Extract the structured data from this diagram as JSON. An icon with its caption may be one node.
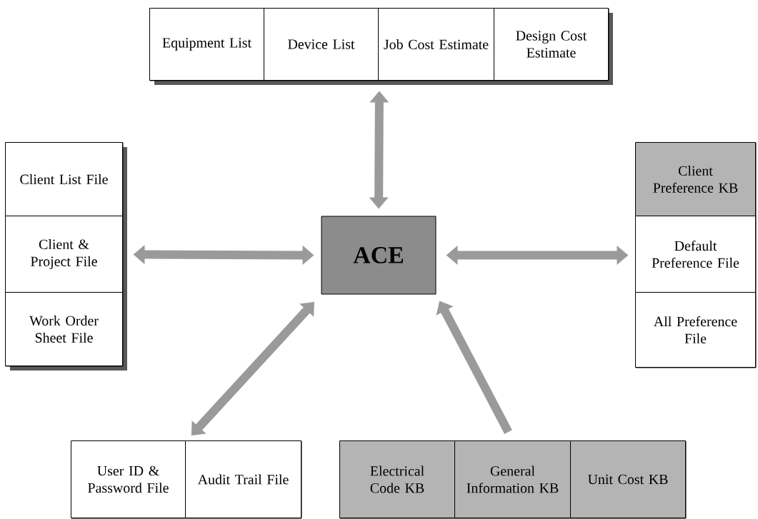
{
  "diagram": {
    "nodes": [
      {
        "text": [],
        "shape": "box"
      },
      {
        "text": [
          "Equipment List"
        ],
        "in": 0
      },
      {
        "text": [
          "Device List"
        ],
        "in": 0
      },
      {
        "text": [
          "Job Cost Estimate"
        ],
        "in": 0
      },
      {
        "text": [
          "Design Cost Estimate"
        ],
        "in": 0
      },
      {
        "text": [],
        "shape": "box"
      },
      {
        "text": [
          "Client List File"
        ],
        "in": 5
      },
      {
        "text": [
          "Client & Project File"
        ],
        "in": 5
      },
      {
        "text": [
          "Work Order Sheet File"
        ],
        "in": 5
      },
      {
        "text": [
          "ACE"
        ]
      },
      {
        "text": [],
        "shape": "box"
      },
      {
        "text": [
          "Client Preference KB"
        ],
        "in": 10
      },
      {
        "text": [
          "Default Preference File"
        ],
        "in": 10
      },
      {
        "text": [
          "All Preference File"
        ],
        "in": 10
      },
      {
        "text": [],
        "shape": "box"
      },
      {
        "text": [
          "User ID & Password File"
        ],
        "in": 14
      },
      {
        "text": [
          "Audit Trail File"
        ],
        "in": 14
      },
      {
        "text": [],
        "shape": "box"
      },
      {
        "text": [
          "Electrical Code KB"
        ],
        "in": 17
      },
      {
        "text": [
          "General Information KB"
        ],
        "in": 17
      },
      {
        "text": [
          "Unit Cost KB"
        ],
        "in": 17
      }
    ],
    "edges": [
      {
        "from": 0,
        "to": 9,
        "arrow": "both"
      },
      {
        "from": 5,
        "to": 9,
        "arrow": "both"
      },
      {
        "from": 9,
        "to": 10,
        "arrow": "both"
      },
      {
        "from": 9,
        "to": 14,
        "arrow": "both"
      },
      {
        "from": 17,
        "to": 9,
        "arrow": "to"
      }
    ]
  }
}
